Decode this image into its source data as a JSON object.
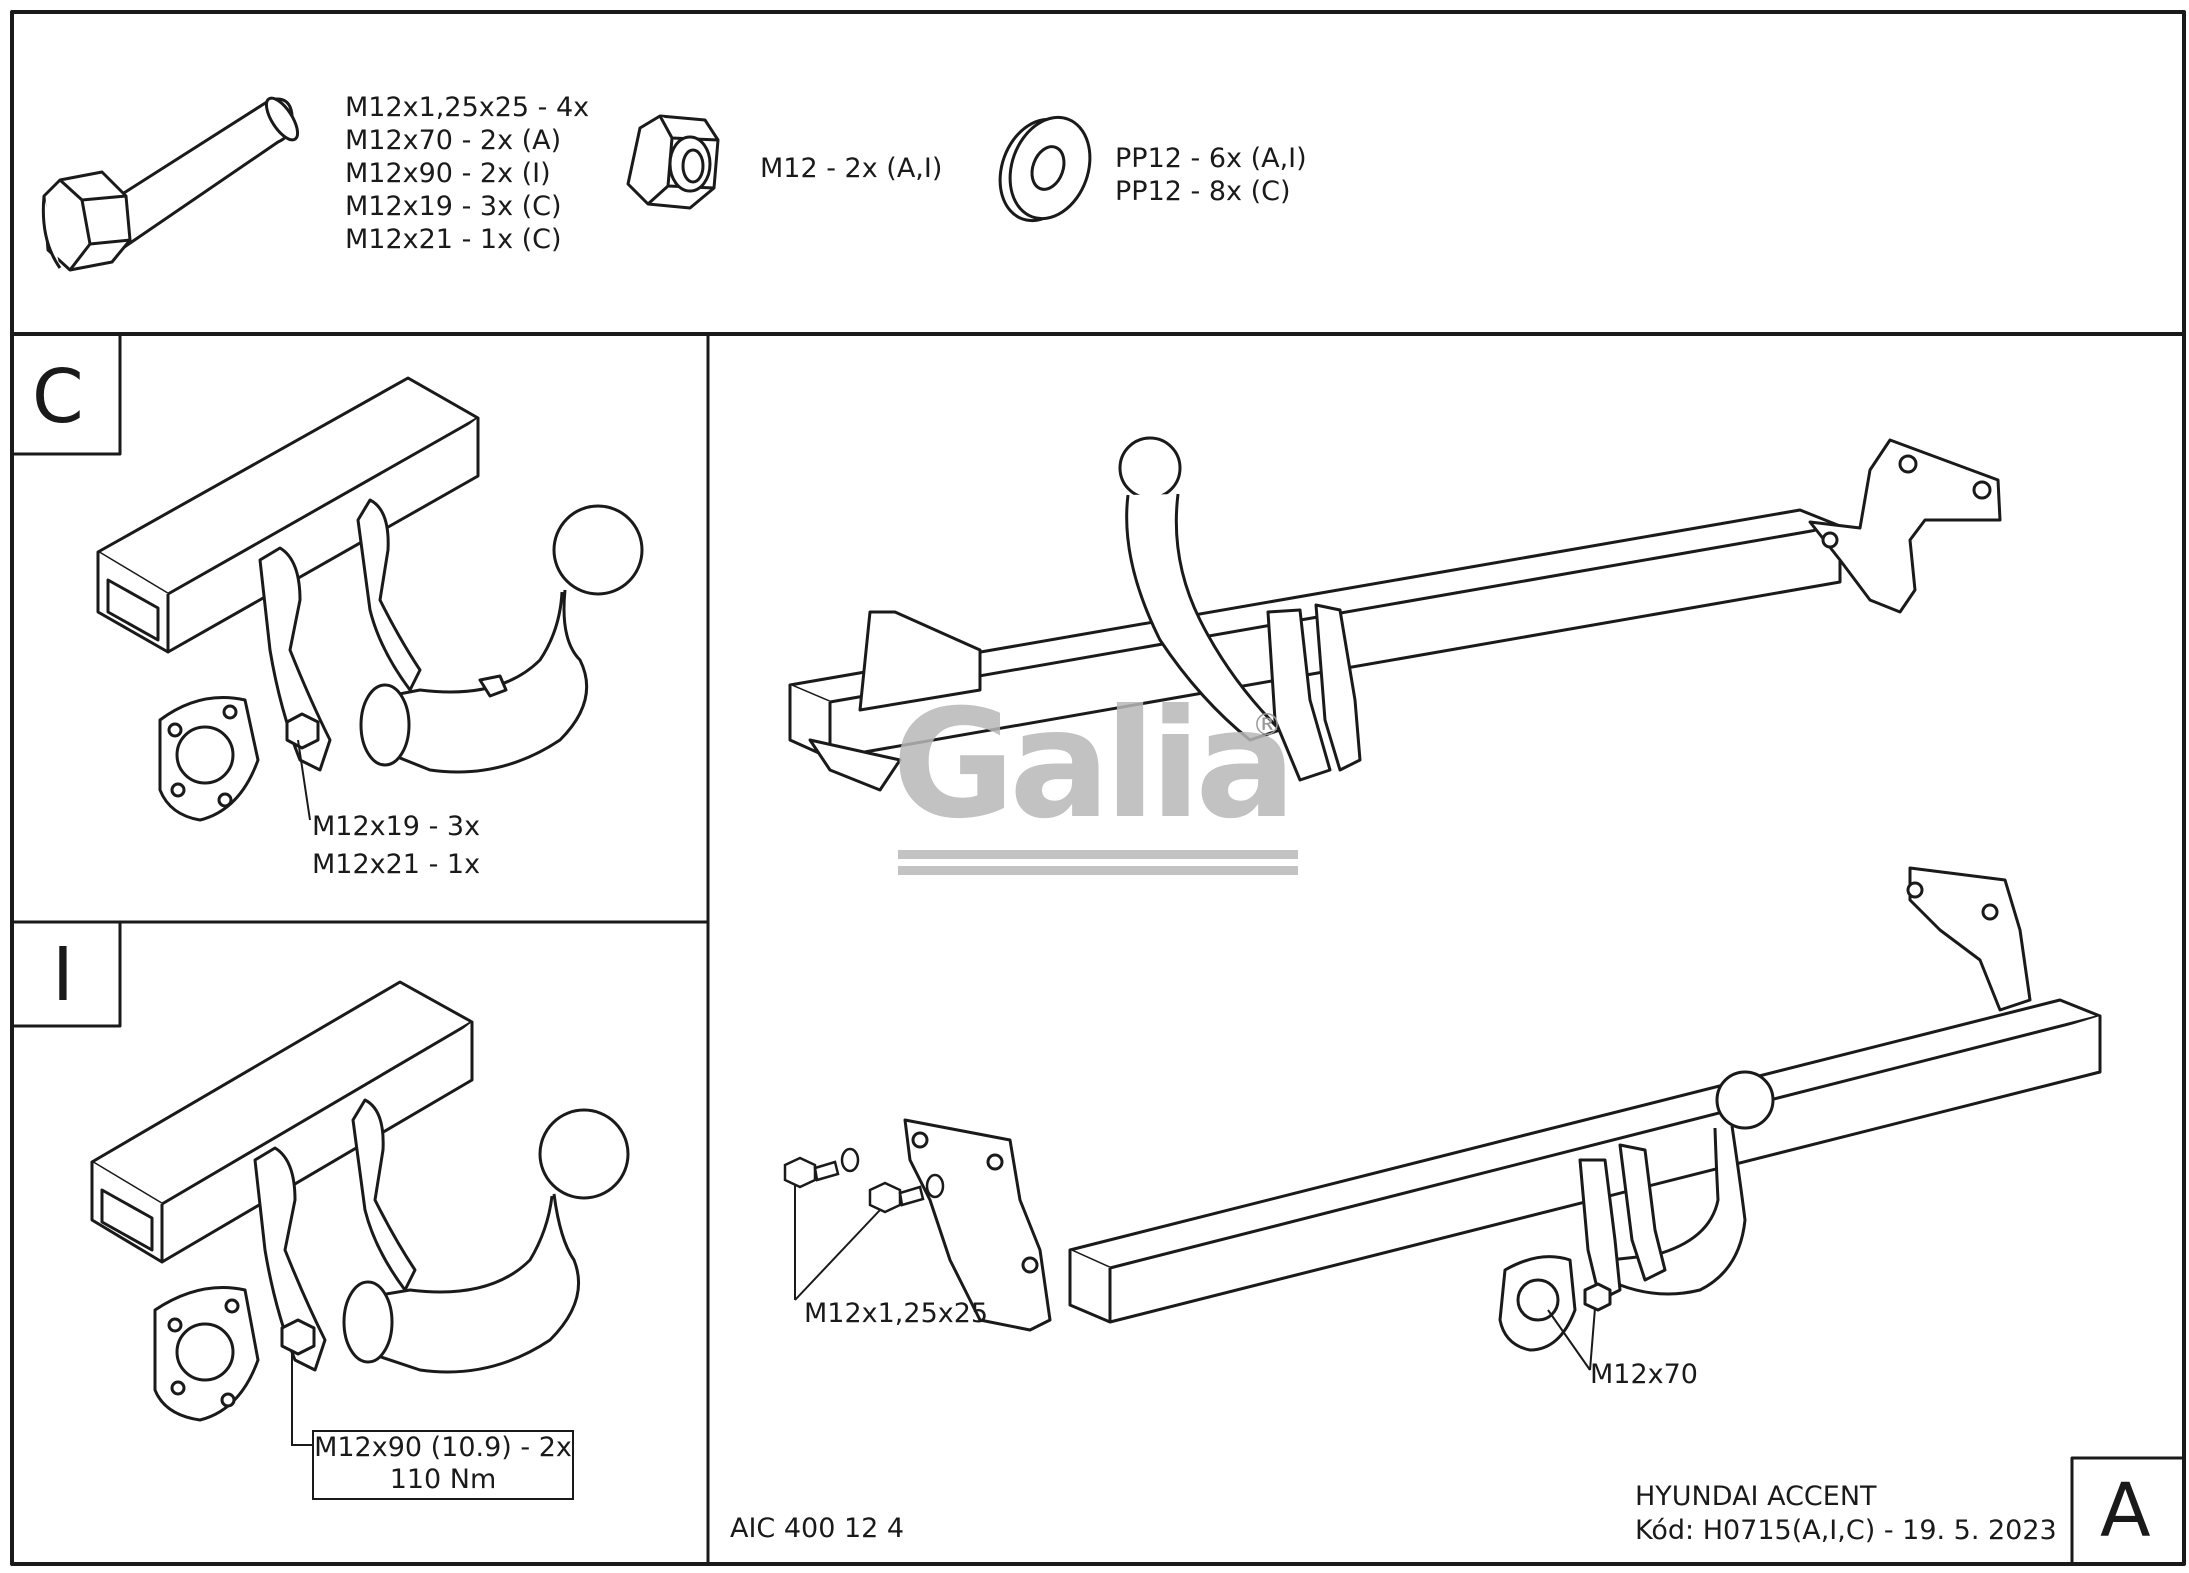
{
  "parts": {
    "bolt": {
      "lines": [
        "M12x1,25x25 - 4x",
        "M12x70 - 2x (A)",
        "M12x90 - 2x (I)",
        "M12x19 - 3x (C)",
        "M12x21 - 1x (C)"
      ]
    },
    "nut": {
      "label": "M12 - 2x (A,I)"
    },
    "washer": {
      "lines": [
        "PP12 - 6x (A,I)",
        "PP12 - 8x (C)"
      ]
    }
  },
  "panel_c": {
    "letter": "C",
    "callout": [
      "M12x19 - 3x",
      "M12x21 - 1x"
    ]
  },
  "panel_i": {
    "letter": "I",
    "callout": [
      "M12x90 (10.9) - 2x",
      "110 Nm"
    ]
  },
  "panel_a": {
    "letter": "A",
    "callout_bolts": "M12x1,25x25",
    "callout_m70": "M12x70"
  },
  "watermark": {
    "brand": "Galia",
    "reg": "®"
  },
  "footer": {
    "code": "AIC 400 12 4",
    "vehicle": "HYUNDAI ACCENT",
    "kod": "Kód: H0715(A,I,C) - 19. 5. 2023"
  }
}
